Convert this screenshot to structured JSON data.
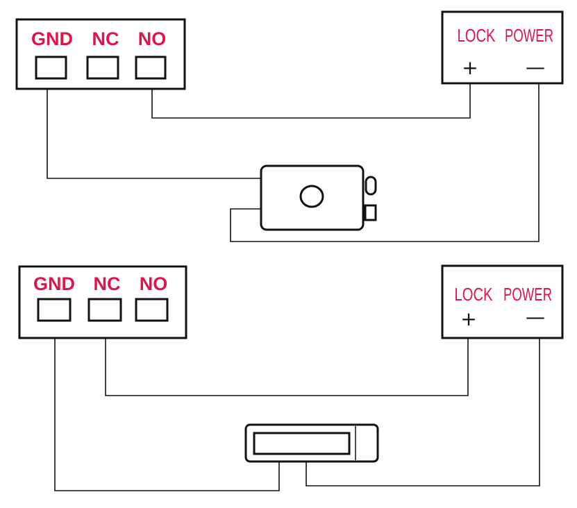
{
  "diagrams": [
    {
      "relay": {
        "terminals": [
          "GND",
          "NC",
          "NO"
        ]
      },
      "power": {
        "title_left": "LOCK",
        "title_right": "POWER",
        "plus": "+",
        "minus": "—"
      },
      "lock_type": "electric-lock-body"
    },
    {
      "relay": {
        "terminals": [
          "GND",
          "NC",
          "NO"
        ]
      },
      "power": {
        "title_left": "LOCK",
        "title_right": "POWER",
        "plus": "+",
        "minus": "—"
      },
      "lock_type": "magnetic-strike"
    }
  ],
  "colors": {
    "label": "#e0134a",
    "line": "#111111"
  }
}
